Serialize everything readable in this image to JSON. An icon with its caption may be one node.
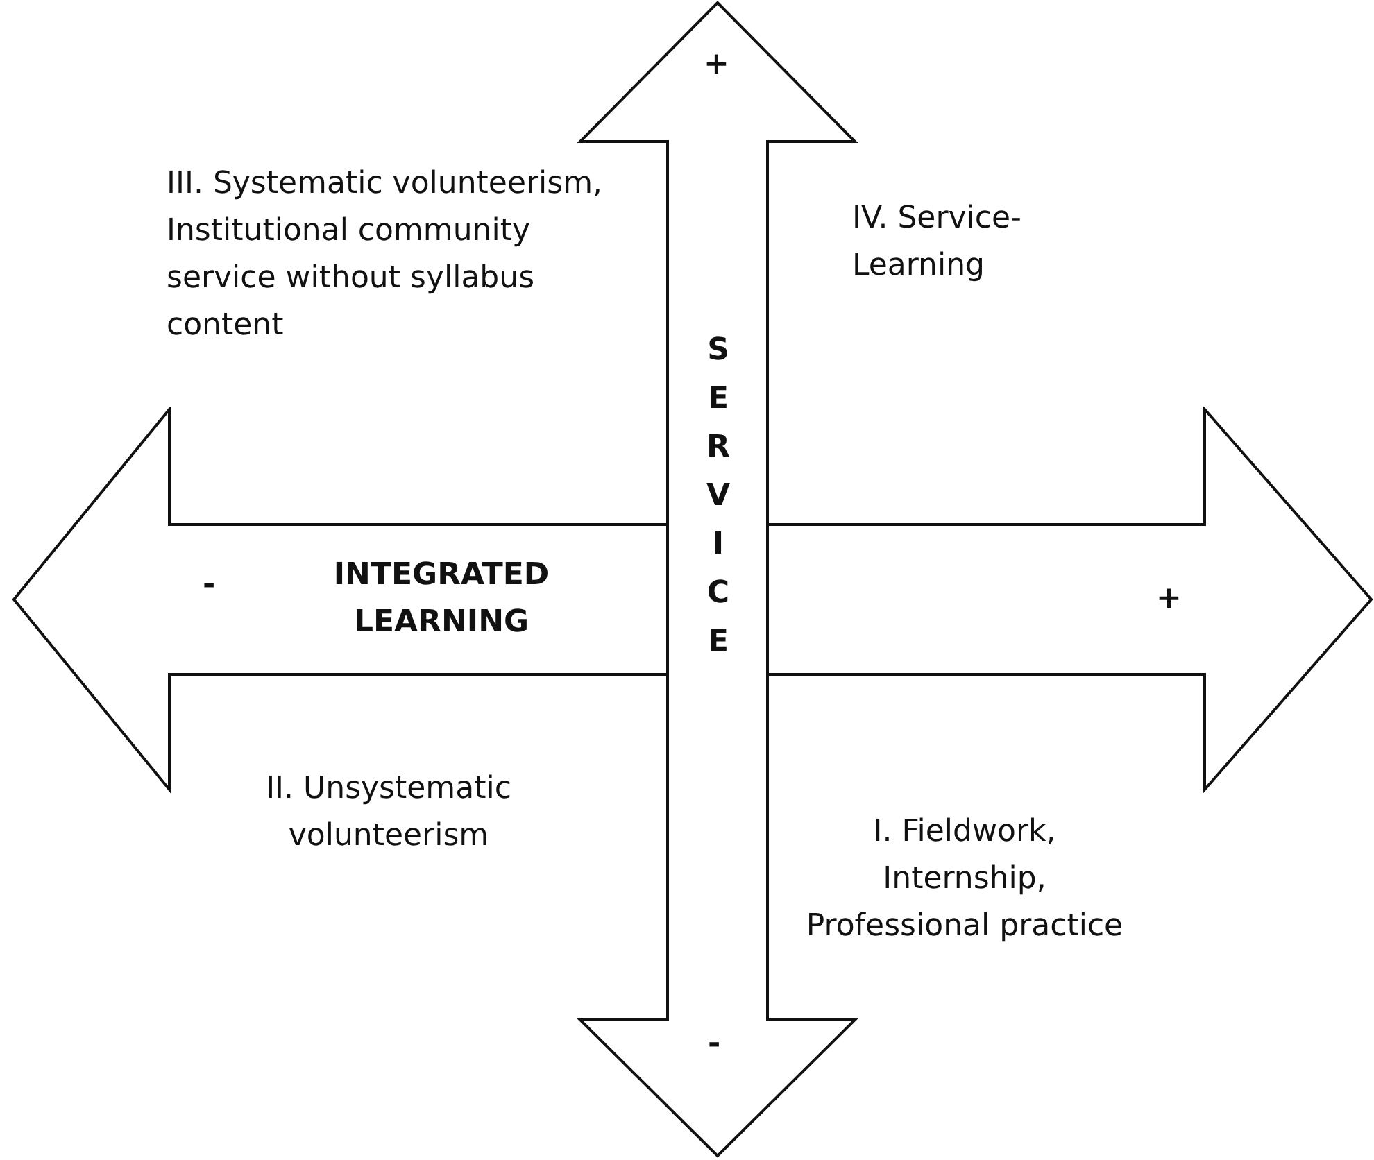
{
  "diagram": {
    "nodes": [
      {
        "text": [
          "-",
          "INTEGRATED LEARNING",
          "+"
        ]
      },
      {
        "text": [
          "+",
          "SERVICE",
          "-"
        ]
      }
    ],
    "labels": [
      "III. Systematic volunteerism, Institutional community service without syllabus content",
      "IV. Service-Learning",
      "II. Unsystematic volunteerism",
      "I. Fieldwork, Internship, Professional practice"
    ]
  }
}
